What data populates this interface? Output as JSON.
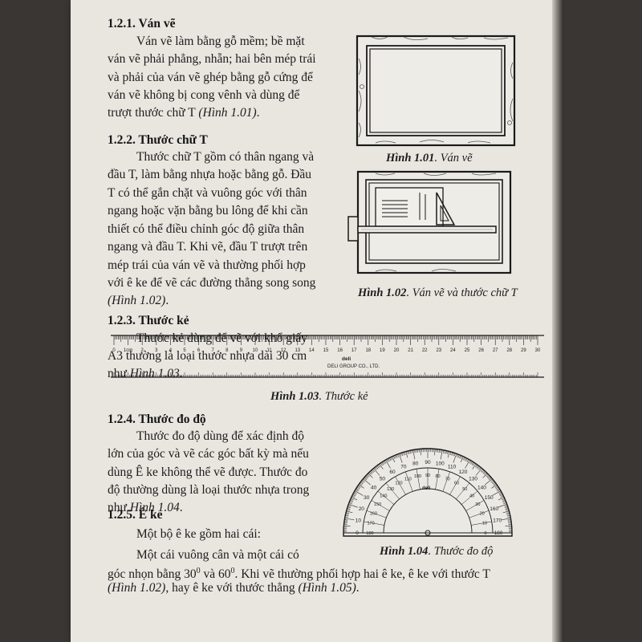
{
  "sections": {
    "s121": {
      "heading": "1.2.1. Ván vẽ",
      "lines": [
        "Ván vẽ làm bằng gỗ mềm; bề mặt",
        "ván vẽ phải phẳng, nhẵn; hai bên mép trái",
        "và phải của ván vẽ ghép bằng gỗ cứng để",
        "ván vẽ không bị cong vênh và dùng để",
        "trượt thước chữ T "
      ],
      "ref": "(Hình 1.01)",
      "ref_after": "."
    },
    "s122": {
      "heading": "1.2.2. Thước chữ T",
      "lines": [
        "Thước chữ T gồm có thân ngang và",
        "đầu T, làm bằng nhựa hoặc bằng gỗ. Đầu",
        "T có thể gắn chặt và vuông  góc với thân",
        "ngang hoặc vặn bằng bu lông để khi cần",
        "thiết có thể điều chỉnh góc độ giữa thân",
        "ngang và đầu T. Khi vẽ, đầu T trượt trên",
        "mép trái của ván vẽ và thường phối hợp",
        "với ê ke để vẽ các đường thẳng song song"
      ],
      "ref": "(Hình  1.02)",
      "ref_after": "."
    },
    "s123": {
      "heading": "1.2.3. Thước kẻ",
      "lines": [
        "Thước kẻ dùng để vẽ với khổ giấy",
        "A3 thường là loại thước nhựa dài 30 cm",
        "như "
      ],
      "ref": "Hình 1.03",
      "ref_after": "."
    },
    "s124": {
      "heading": "1.2.4. Thước đo độ",
      "lines": [
        "Thước đo độ dùng để xác định độ",
        "lớn của góc và vẽ các góc bất kỳ mà nếu",
        "dùng Ê ke không thể vẽ được. Thước đo",
        "độ thường dùng là loại thước nhựa trong",
        "như "
      ],
      "ref": "Hình 1.04",
      "ref_after": "."
    },
    "s125": {
      "heading": "1.2.5. Ê ke",
      "line1": "Một bộ ê ke gồm hai cái:",
      "line2": "Một cái vuông cân và một cái có",
      "line3_a": "góc nhọn bằng 30",
      "sup": "0",
      "line3_b": " và 60",
      "line3_c": ". Khi vẽ thường phối hợp hai ê ke, ê ke với thước T",
      "line4_ref1": "(Hình 1.02)",
      "line4_mid": ", hay ê ke với thước thẳng ",
      "line4_ref2": "(Hình 1.05)",
      "line4_end": "."
    }
  },
  "captions": {
    "fig101": {
      "num": "Hình 1.01",
      "text": ". Ván vẽ"
    },
    "fig102": {
      "num": "Hình 1.02",
      "text": ". Ván vẽ và thước chữ T"
    },
    "fig103": {
      "num": "Hình 1.03",
      "text": ". Thước kẻ"
    },
    "fig104": {
      "num": "Hình 1.04",
      "text": ". Thước đo độ"
    }
  },
  "ruler": {
    "numbers": [
      "0",
      "1cm",
      "2",
      "3",
      "4",
      "5",
      "6",
      "7",
      "8",
      "9",
      "10",
      "11",
      "12",
      "13",
      "14",
      "15",
      "16",
      "17",
      "18",
      "19",
      "20",
      "21",
      "22",
      "23",
      "24",
      "25",
      "26",
      "27",
      "28",
      "29",
      "30"
    ],
    "brand": "deli",
    "brand_sub": "DELI GROUP CO., LTD."
  },
  "protractor": {
    "outer_labels": [
      "0",
      "10",
      "20",
      "30",
      "40",
      "50",
      "60",
      "70",
      "80",
      "90",
      "100",
      "110",
      "120",
      "130",
      "140",
      "150",
      "160",
      "170",
      "180"
    ],
    "inner_labels": [
      "180",
      "170",
      "160",
      "150",
      "140",
      "130",
      "120",
      "110",
      "100",
      "90",
      "80",
      "70",
      "60",
      "50",
      "40",
      "30",
      "20",
      "10",
      "0"
    ],
    "brand": "deli"
  }
}
